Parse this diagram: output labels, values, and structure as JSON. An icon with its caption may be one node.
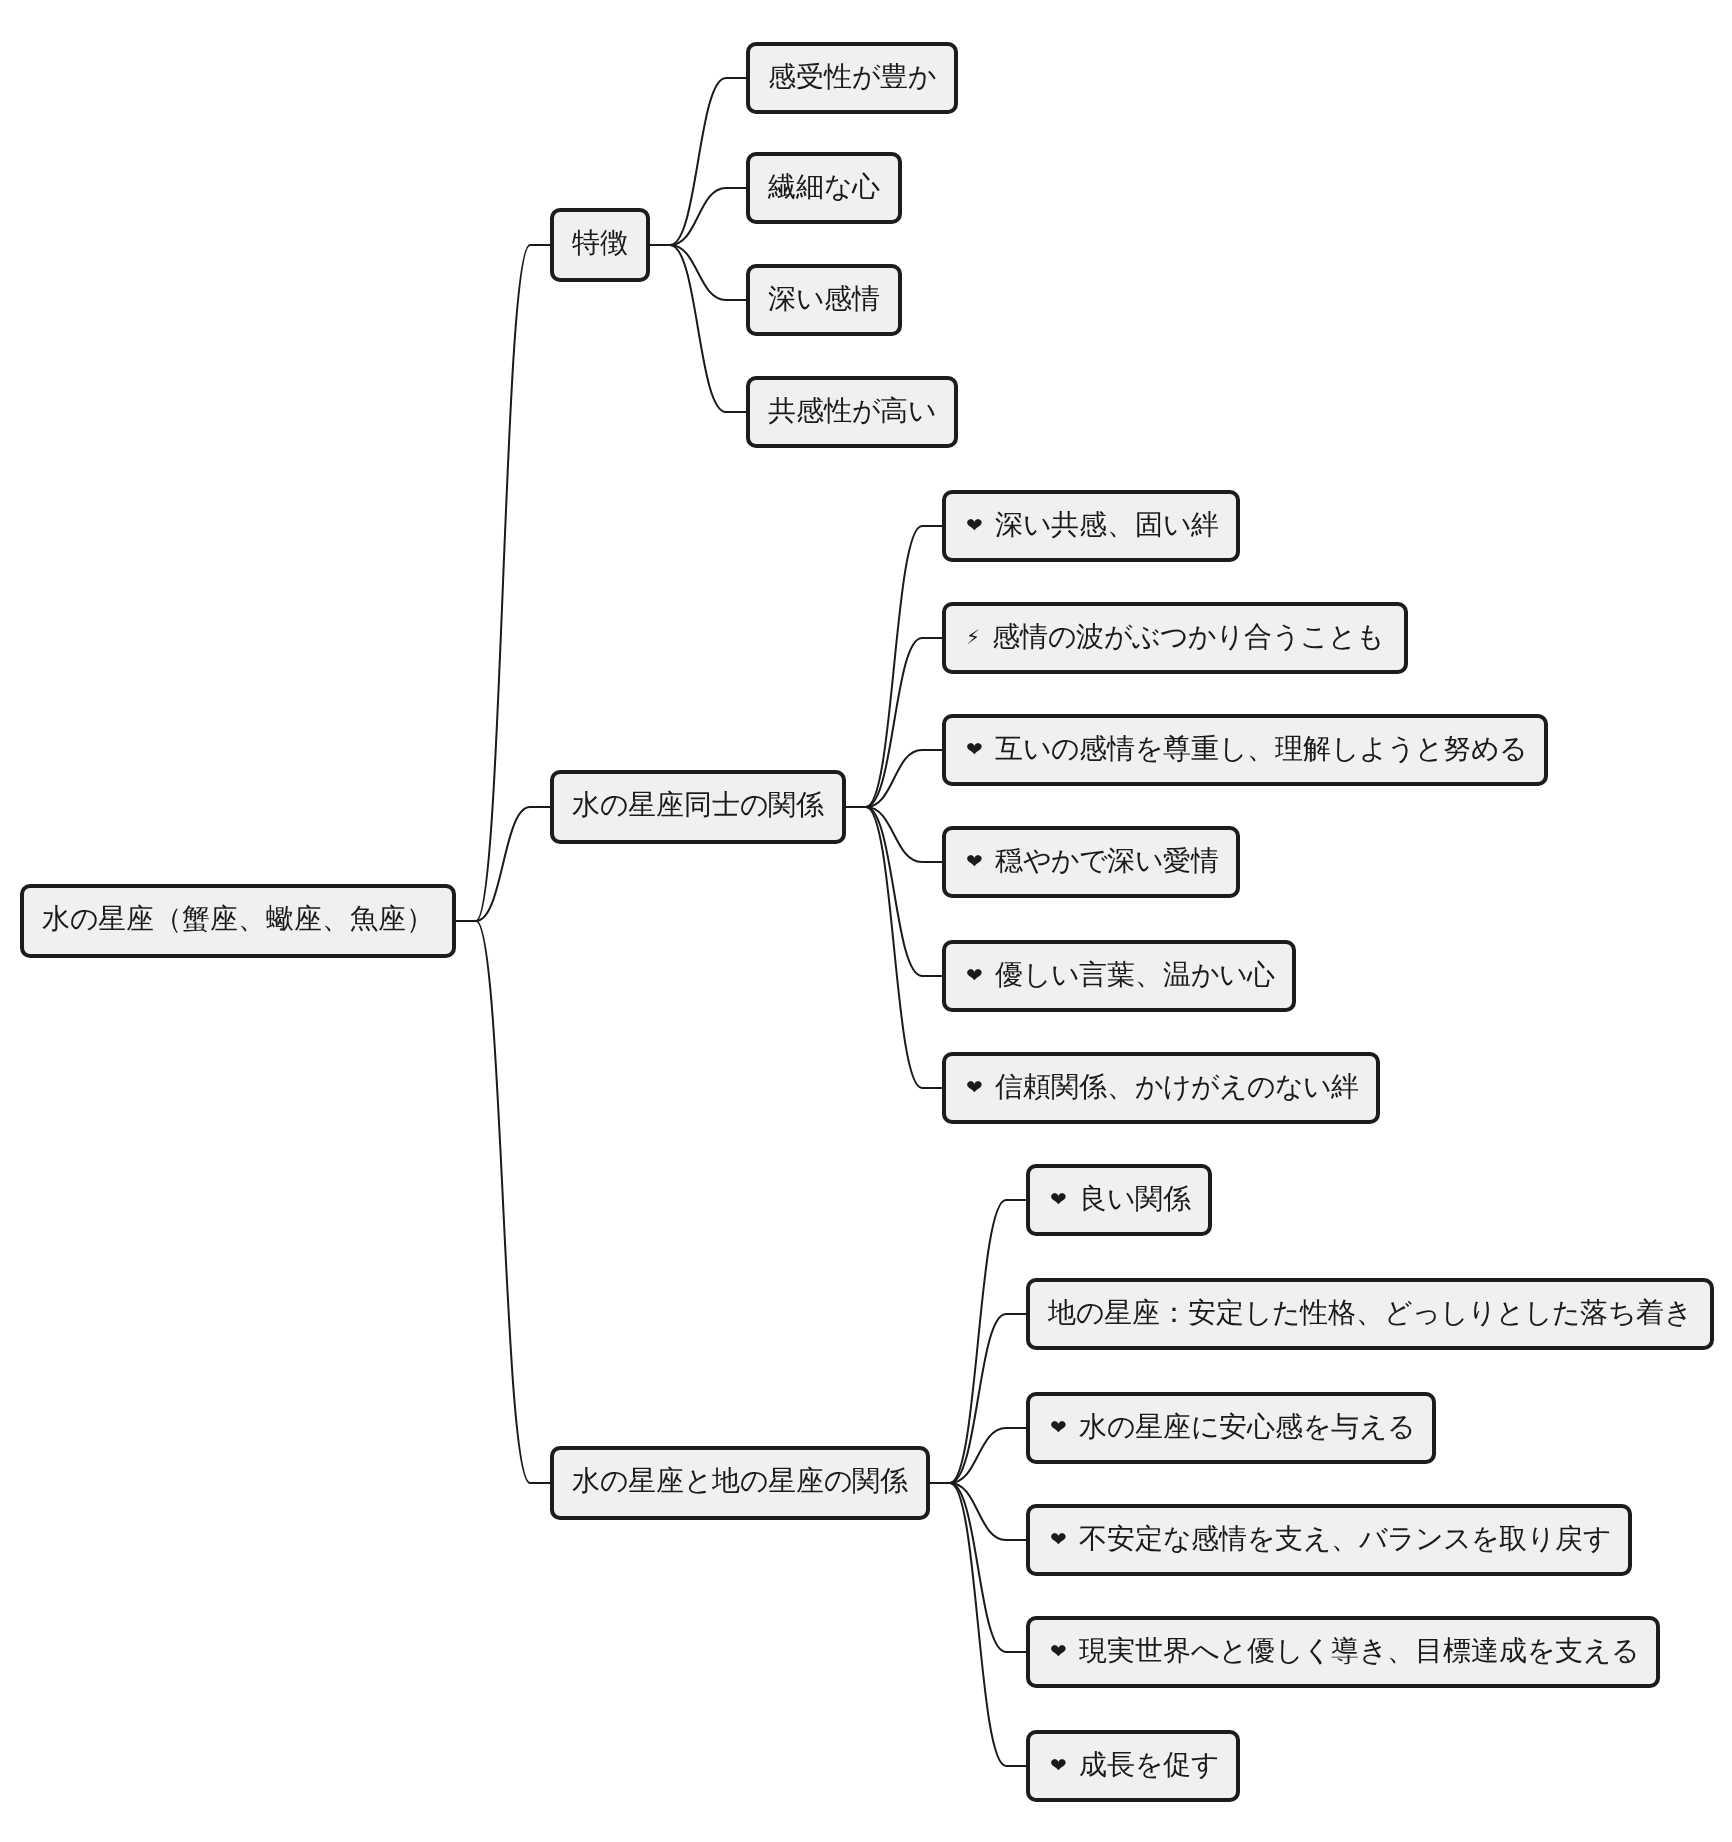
{
  "diagram": {
    "nodes": [
      {
        "text": [
          "水の星座（蟹座、蠍座、魚座）"
        ]
      },
      {
        "text": [
          "特徴"
        ]
      },
      {
        "text": [
          "感受性が豊か"
        ]
      },
      {
        "text": [
          "繊細な心"
        ]
      },
      {
        "text": [
          "深い感情"
        ]
      },
      {
        "text": [
          "共感性が高い"
        ]
      },
      {
        "text": [
          "水の星座同士の関係"
        ]
      },
      {
        "text": [
          "❤",
          "深い共感、固い絆"
        ]
      },
      {
        "text": [
          "⚡",
          "感情の波がぶつかり合うことも"
        ]
      },
      {
        "text": [
          "❤",
          "互いの感情を尊重し、理解しようと努める"
        ]
      },
      {
        "text": [
          "❤",
          "穏やかで深い愛情"
        ]
      },
      {
        "text": [
          "❤",
          "優しい言葉、温かい心"
        ]
      },
      {
        "text": [
          "❤",
          "信頼関係、かけがえのない絆"
        ]
      },
      {
        "text": [
          "水の星座と地の星座の関係"
        ]
      },
      {
        "text": [
          "❤",
          "良い関係"
        ]
      },
      {
        "text": [
          "地の星座：安定した性格、どっしりとした落ち着き"
        ]
      },
      {
        "text": [
          "❤",
          "水の星座に安心感を与える"
        ]
      },
      {
        "text": [
          "❤",
          "不安定な感情を支え、バランスを取り戻す"
        ]
      },
      {
        "text": [
          "❤",
          "現実世界へと優しく導き、目標達成を支える"
        ]
      },
      {
        "text": [
          "❤",
          "成長を促す"
        ]
      }
    ],
    "edges": [
      {
        "from": 0,
        "to": 1,
        "arrow": "none"
      },
      {
        "from": 1,
        "to": 2,
        "arrow": "none"
      },
      {
        "from": 1,
        "to": 3,
        "arrow": "none"
      },
      {
        "from": 1,
        "to": 4,
        "arrow": "none"
      },
      {
        "from": 1,
        "to": 5,
        "arrow": "none"
      },
      {
        "from": 0,
        "to": 6,
        "arrow": "none"
      },
      {
        "from": 6,
        "to": 7,
        "arrow": "none"
      },
      {
        "from": 6,
        "to": 8,
        "arrow": "none"
      },
      {
        "from": 6,
        "to": 9,
        "arrow": "none"
      },
      {
        "from": 6,
        "to": 10,
        "arrow": "none"
      },
      {
        "from": 6,
        "to": 11,
        "arrow": "none"
      },
      {
        "from": 6,
        "to": 12,
        "arrow": "none"
      },
      {
        "from": 0,
        "to": 13,
        "arrow": "none"
      },
      {
        "from": 13,
        "to": 14,
        "arrow": "none"
      },
      {
        "from": 13,
        "to": 15,
        "arrow": "none"
      },
      {
        "from": 13,
        "to": 16,
        "arrow": "none"
      },
      {
        "from": 13,
        "to": 17,
        "arrow": "none"
      },
      {
        "from": 13,
        "to": 18,
        "arrow": "none"
      },
      {
        "from": 13,
        "to": 19,
        "arrow": "none"
      }
    ]
  }
}
